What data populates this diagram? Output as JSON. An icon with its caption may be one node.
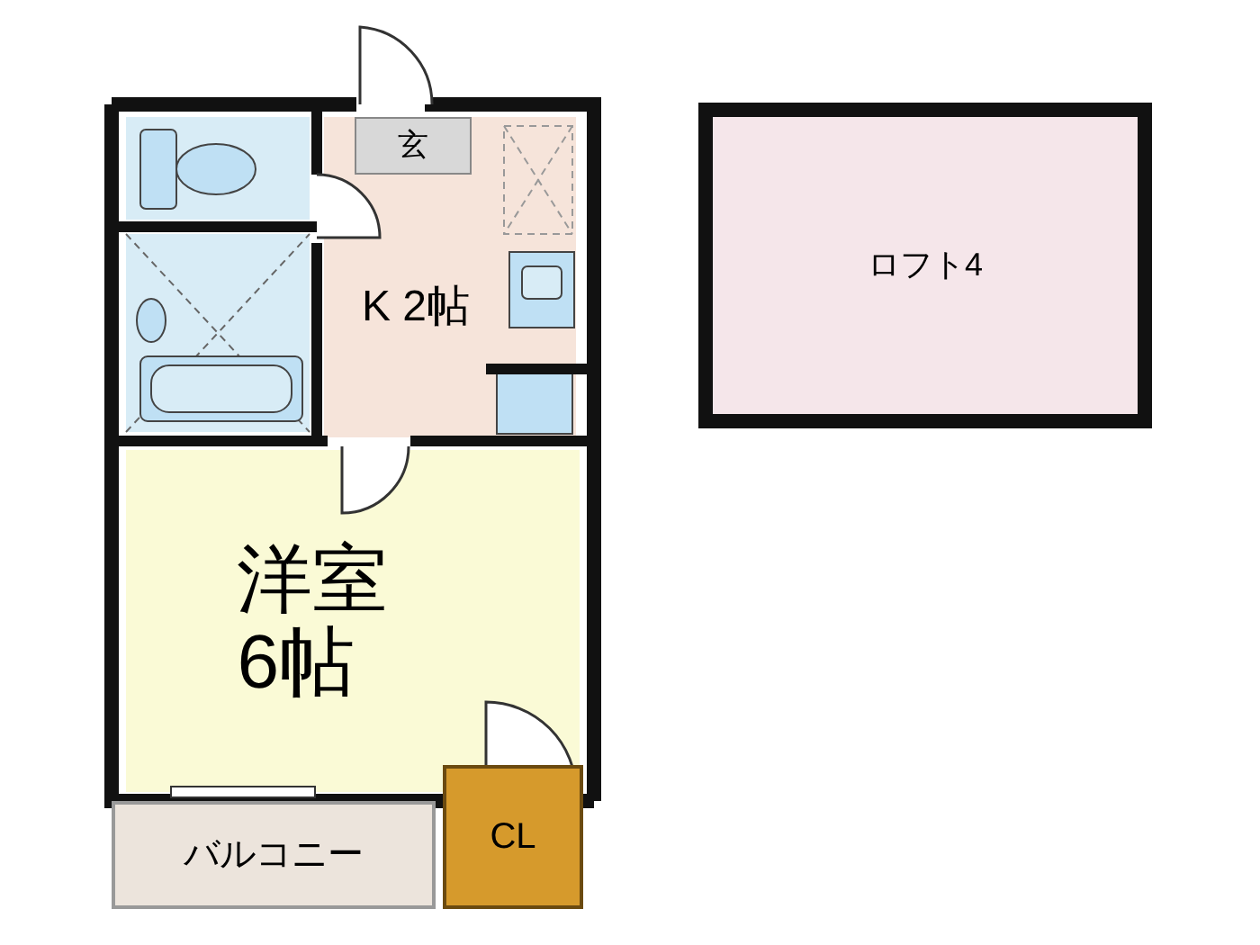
{
  "diagram": {
    "nodes": [
      {
        "text": [
          "玄"
        ]
      },
      {
        "text": [
          "K 2帖"
        ]
      },
      {
        "text": [
          "洋室6帖"
        ]
      },
      {
        "text": [
          "バルコニー"
        ]
      },
      {
        "text": [
          "CL"
        ]
      },
      {
        "text": [
          "ロフト4"
        ]
      }
    ],
    "edges": []
  }
}
